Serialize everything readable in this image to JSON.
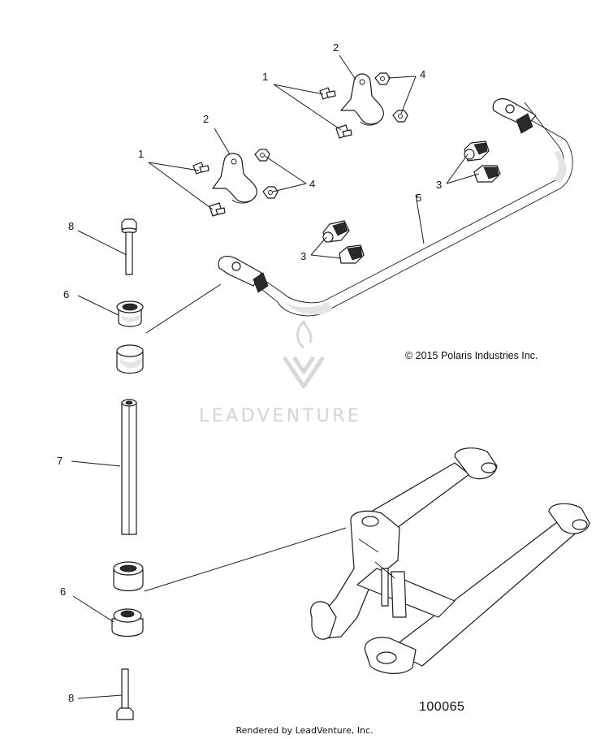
{
  "callouts": [
    {
      "id": "bolt-a",
      "label": "1"
    },
    {
      "id": "bolt-b",
      "label": "1"
    },
    {
      "id": "bracket-a",
      "label": "2"
    },
    {
      "id": "bracket-b",
      "label": "2"
    },
    {
      "id": "clip-upper",
      "label": "3"
    },
    {
      "id": "clip-lower",
      "label": "3"
    },
    {
      "id": "nut-a",
      "label": "4"
    },
    {
      "id": "nut-b",
      "label": "4"
    },
    {
      "id": "stabilizer-bar",
      "label": "5"
    },
    {
      "id": "bushing-upper",
      "label": "6"
    },
    {
      "id": "bushing-lower",
      "label": "6"
    },
    {
      "id": "link-rod",
      "label": "7"
    },
    {
      "id": "bolt-upper",
      "label": "8"
    },
    {
      "id": "bolt-lower",
      "label": "8"
    }
  ],
  "copyright": "© 2015 Polaris Industries Inc.",
  "diagram_number": "100065",
  "rendered_by": "Rendered by LeadVenture, Inc.",
  "watermark": "LEADVENTURE",
  "colors": {
    "line": "#1a1a1a",
    "watermark": "#d4d4d4"
  }
}
